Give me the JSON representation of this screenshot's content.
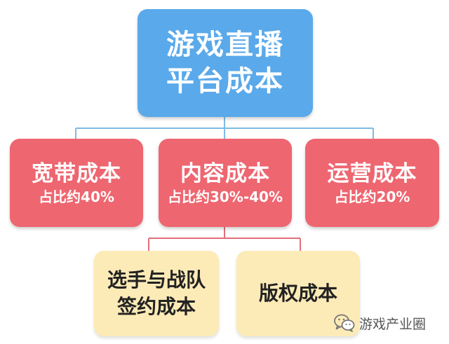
{
  "root": {
    "line1": "游戏直播",
    "line2": "平台成本"
  },
  "costs": [
    {
      "title": "宽带成本",
      "share": "占比约40%"
    },
    {
      "title": "内容成本",
      "share": "占比约30%-40%"
    },
    {
      "title": "运营成本",
      "share": "占比约20%"
    }
  ],
  "content_breakdown": [
    {
      "line1": "选手与战队",
      "line2": "签约成本"
    },
    {
      "line1": "版权成本"
    }
  ],
  "watermark": {
    "text": "游戏产业圈",
    "icon": "wechat-icon"
  },
  "colors": {
    "root": "#5aa9ea",
    "cost": "#ee6670",
    "sub_cost": "#fdebb7",
    "connector_blue": "#7fbbe4",
    "connector_red": "#e0707a"
  }
}
